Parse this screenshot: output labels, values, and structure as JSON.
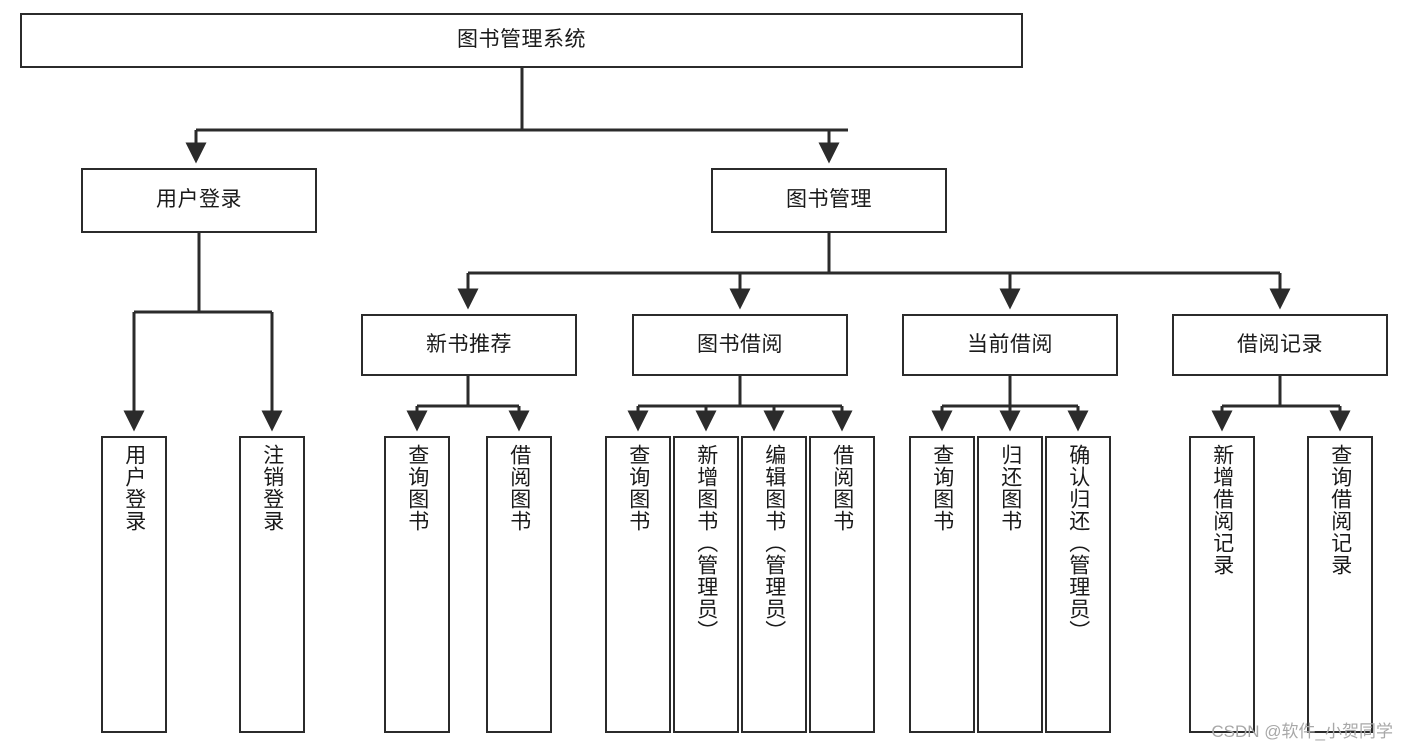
{
  "diagram": {
    "title": "图书管理系统",
    "type": "tree-hierarchy",
    "watermark": "CSDN @软件_小贺同学",
    "colors": {
      "box_border": "#2b2b2b",
      "box_fill": "#ffffff",
      "connector": "#2b2b2b",
      "text": "#1a1a1a",
      "watermark": "#a8a8a8",
      "background": "#ffffff"
    },
    "root": {
      "label": "图书管理系统"
    },
    "level2": [
      {
        "label": "用户登录"
      },
      {
        "label": "图书管理"
      }
    ],
    "level3": [
      {
        "label": "新书推荐"
      },
      {
        "label": "图书借阅"
      },
      {
        "label": "当前借阅"
      },
      {
        "label": "借阅记录"
      }
    ],
    "leaves": {
      "user_login": [
        {
          "label": "用户登录"
        },
        {
          "label": "注销登录"
        }
      ],
      "new_book_recommend": [
        {
          "label": "查询图书"
        },
        {
          "label": "借阅图书"
        }
      ],
      "book_borrow": [
        {
          "label": "查询图书"
        },
        {
          "label": "新增图书（管理员）"
        },
        {
          "label": "编辑图书（管理员）"
        },
        {
          "label": "借阅图书"
        }
      ],
      "current_borrow": [
        {
          "label": "查询图书"
        },
        {
          "label": "归还图书"
        },
        {
          "label": "确认归还（管理员）"
        }
      ],
      "borrow_record": [
        {
          "label": "新增借阅记录"
        },
        {
          "label": "查询借阅记录"
        }
      ]
    }
  }
}
